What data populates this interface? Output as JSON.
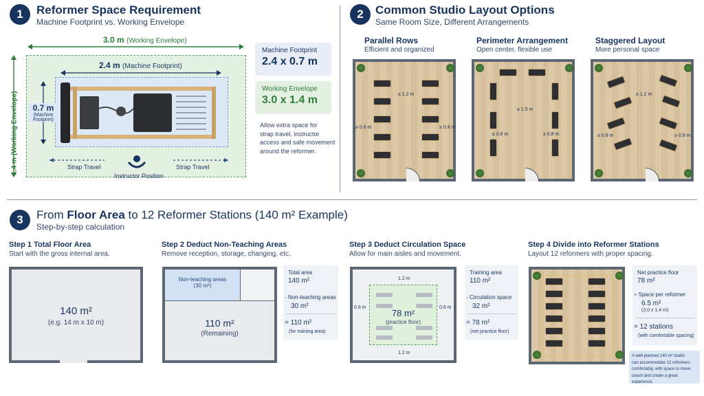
{
  "section1": {
    "number": "1",
    "title": "Reformer Space Requirement",
    "subtitle": "Machine Footprint vs. Working Envelope",
    "envelope_width_label": "3.0 m",
    "envelope_width_note": "(Working Envelope)",
    "machine_width_label": "2.4 m",
    "machine_width_note": "(Machine Footprint)",
    "machine_depth_label": "0.7 m",
    "machine_depth_note_1": "(Machine",
    "machine_depth_note_2": "Footprint)",
    "envelope_depth_label": "1.4 m (Working Envelope)",
    "strap_travel_left": "Strap Travel",
    "strap_travel_right": "Strap Travel",
    "instructor_position": "Instructor Position",
    "machine_card_title": "Machine Footprint",
    "machine_card_value": "2.4 x 0.7 m",
    "envelope_card_title": "Working Envelope",
    "envelope_card_value": "3.0 x 1.4 m",
    "note_lines": [
      "Allow extra space for",
      "strap travel, instructor",
      "access and safe movement",
      "around the reformer."
    ]
  },
  "section2": {
    "number": "2",
    "title": "Common Studio Layout Options",
    "subtitle": "Same Room Size, Different Arrangements",
    "layouts": [
      {
        "name": "Parallel Rows",
        "desc": "Efficient and organized",
        "aisle": "≥ 1.2 m",
        "left": "≥ 0.8 m",
        "right": "≥ 0.8 m"
      },
      {
        "name": "Perimeter Arrangement",
        "desc": "Open center, flexible use",
        "aisle": "≥ 1.5 m",
        "left": "≥ 0.8 m",
        "right": "≥ 0.8 m"
      },
      {
        "name": "Staggered Layout",
        "desc": "More personal space",
        "aisle": "≥ 1.2 m",
        "left": "≥ 0.8 m",
        "right": "≥ 0.8 m"
      }
    ]
  },
  "section3": {
    "number": "3",
    "title_part1": "From ",
    "title_bold": "Floor Area",
    "title_part2": " to 12 Reformer Stations (140 m² Example)",
    "subtitle": "Step-by-step calculation",
    "step1": {
      "head": "Step 1   Total Floor Area",
      "desc": "Start with the gross internal area.",
      "area": "140 m²",
      "area_note": "(e.g. 14 m x 10 m)"
    },
    "step2": {
      "head": "Step 2   Deduct Non-Teaching Areas",
      "desc": "Remove reception, storage, changing, etc.",
      "non_teaching_1": "Non-teaching areas",
      "non_teaching_2": "(30 m²)",
      "area": "110 m²",
      "area_note": "(Remaining)",
      "calc_total_label": "Total area",
      "calc_total": "140 m²",
      "calc_minus_label": "-  Non-teaching areas",
      "calc_minus": "30 m²",
      "calc_result": "= 110 m²",
      "calc_result_note": "(for training area)"
    },
    "step3": {
      "head": "Step 3   Deduct Circulation Space",
      "desc": "Allow for main aisles and movement.",
      "top": "1.2 m",
      "bottom": "1.2 m",
      "left": "0.8 m",
      "right": "0.8 m",
      "area": "78 m²",
      "area_note": "(practice floor)",
      "calc_training_label": "Training area",
      "calc_training": "110 m²",
      "calc_minus_label": "-  Circulation space",
      "calc_minus": "32 m²",
      "calc_result": "= 78 m²",
      "calc_result_note": "(net practice floor)"
    },
    "step4": {
      "head": "Step 4   Divide into Reformer Stations",
      "desc": "Layout 12 reformers with proper spacing.",
      "calc_net_label": "Net practice floor",
      "calc_net": "78 m²",
      "calc_div_label": "÷  Space per reformer",
      "calc_div": "6.5 m²",
      "calc_div_note": "(3.0 x 1.4 m)",
      "calc_result": "= 12 stations",
      "calc_result_note": "(with comfortable spacing)",
      "footnote_lines": [
        "A well-planned 140 m² studio",
        "can accommodate 12 reformers",
        "comfortably, with space to move,",
        "coach and create a great experience."
      ]
    }
  },
  "colors": {
    "navy": "#17345f",
    "green": "#2e7d3a",
    "envelope_fill": "#e4f1e2",
    "machine_fill": "#dde8f6"
  }
}
